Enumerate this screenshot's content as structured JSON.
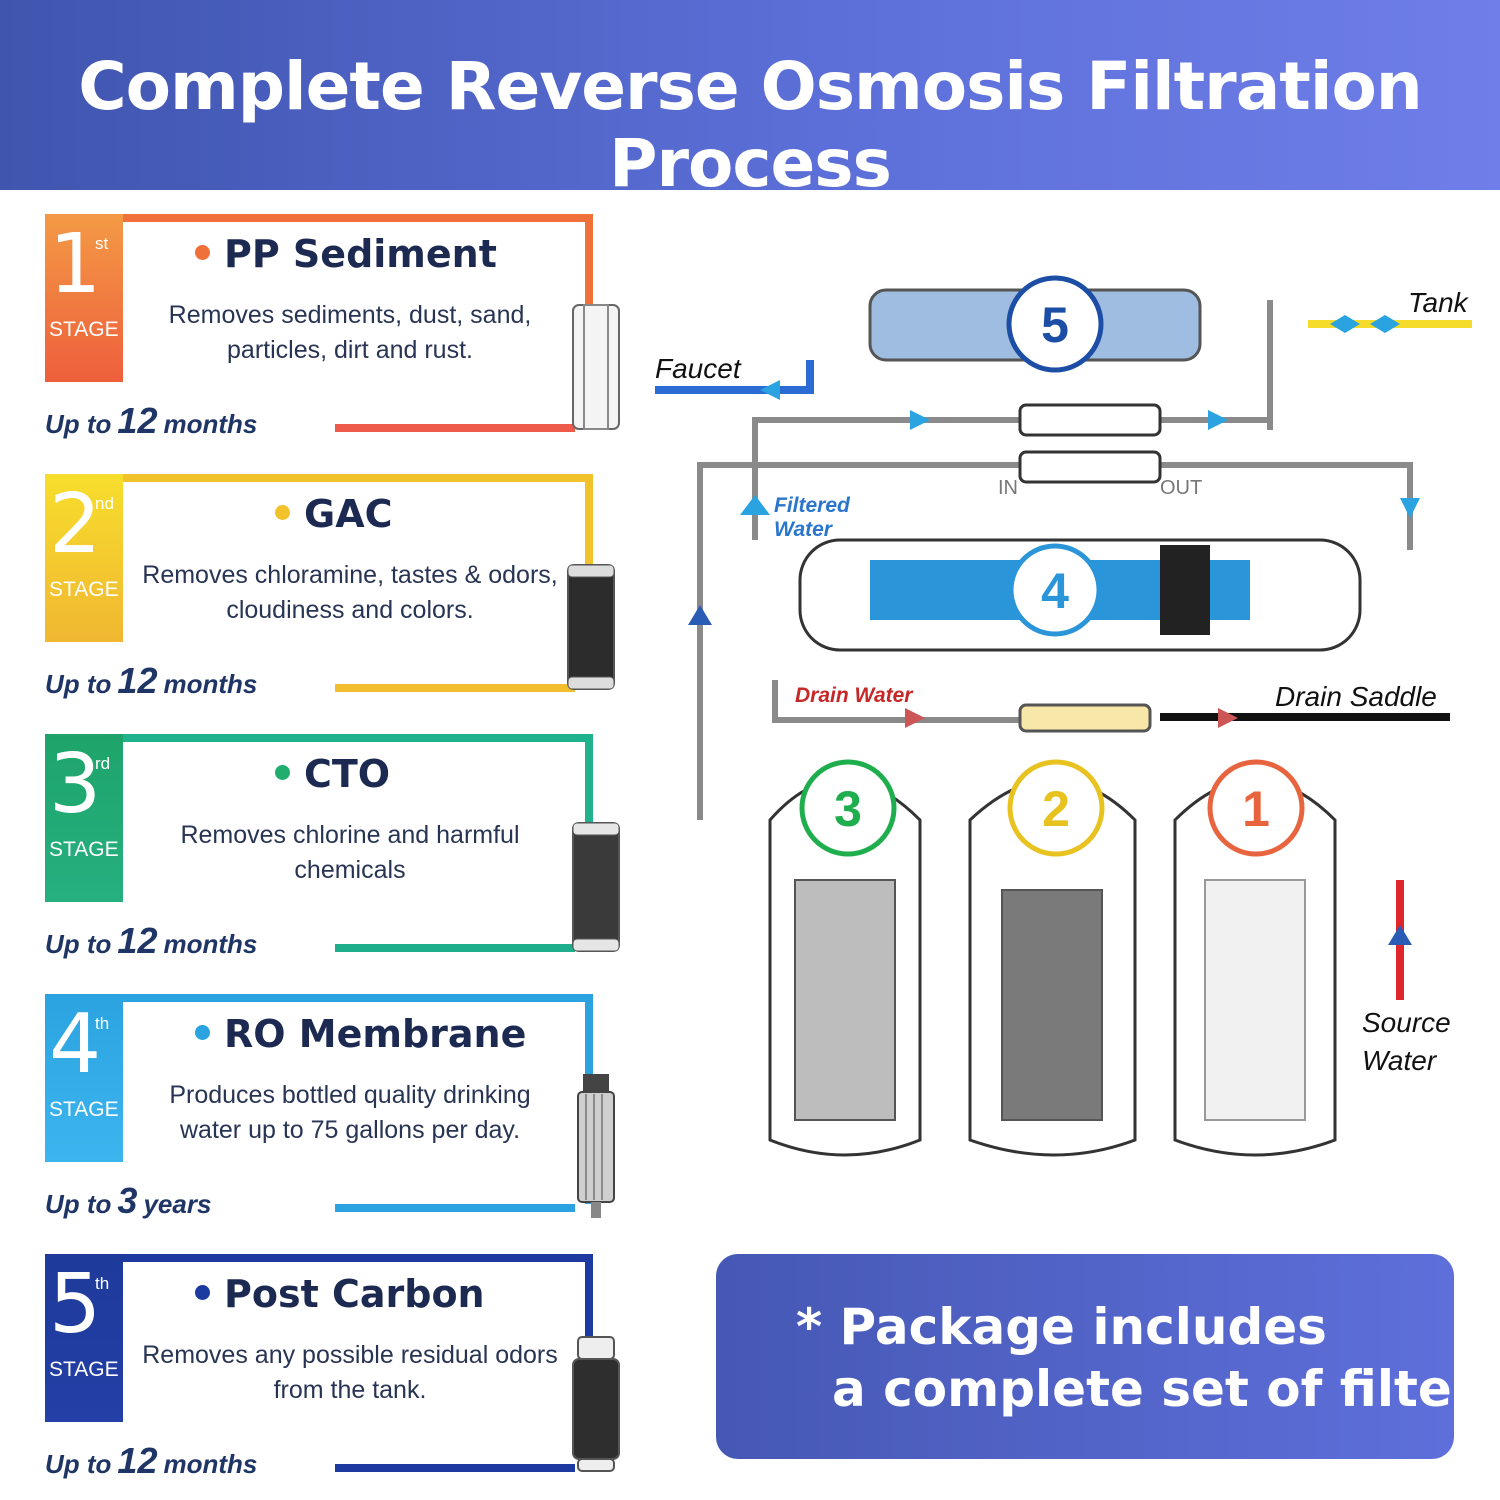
{
  "title": "Complete Reverse Osmosis Filtration Process",
  "stages": [
    {
      "num": "1",
      "ord": "st",
      "label": "STAGE",
      "name": "PP Sediment",
      "desc": "Removes sediments, dust, sand, particles, dirt and rust.",
      "life_prefix": "Up to",
      "life_value": "12",
      "life_unit": "months",
      "color": "#f0703a"
    },
    {
      "num": "2",
      "ord": "nd",
      "label": "STAGE",
      "name": "GAC",
      "desc": "Removes chloramine, tastes & odors, cloudiness and colors.",
      "life_prefix": "Up to",
      "life_value": "12",
      "life_unit": "months",
      "color": "#f2c22a"
    },
    {
      "num": "3",
      "ord": "rd",
      "label": "STAGE",
      "name": "CTO",
      "desc": "Removes chlorine and harmful chemicals",
      "life_prefix": "Up to",
      "life_value": "12",
      "life_unit": "months",
      "color": "#1fae6e"
    },
    {
      "num": "4",
      "ord": "th",
      "label": "STAGE",
      "name": "RO Membrane",
      "desc": "Produces bottled quality drinking water up to 75 gallons per day.",
      "life_prefix": "Up to",
      "life_value": "3",
      "life_unit": "years",
      "color": "#2aa3e0"
    },
    {
      "num": "5",
      "ord": "th",
      "label": "STAGE",
      "name": "Post Carbon",
      "desc": "Removes any possible residual odors from the tank.",
      "life_prefix": "Up to",
      "life_value": "12",
      "life_unit": "months",
      "color": "#1c3aa0"
    }
  ],
  "diagram": {
    "labels": {
      "tank": "Tank",
      "faucet": "Faucet",
      "filtered_water_1": "Filtered",
      "filtered_water_2": "Water",
      "in": "IN",
      "out": "OUT",
      "drain_water": "Drain Water",
      "drain_saddle": "Drain Saddle",
      "source_water_1": "Source",
      "source_water_2": "Water"
    },
    "numbers": [
      "5",
      "4",
      "3",
      "2",
      "1"
    ]
  },
  "package": {
    "line1": "* Package includes",
    "line2": "a complete set of filters"
  }
}
